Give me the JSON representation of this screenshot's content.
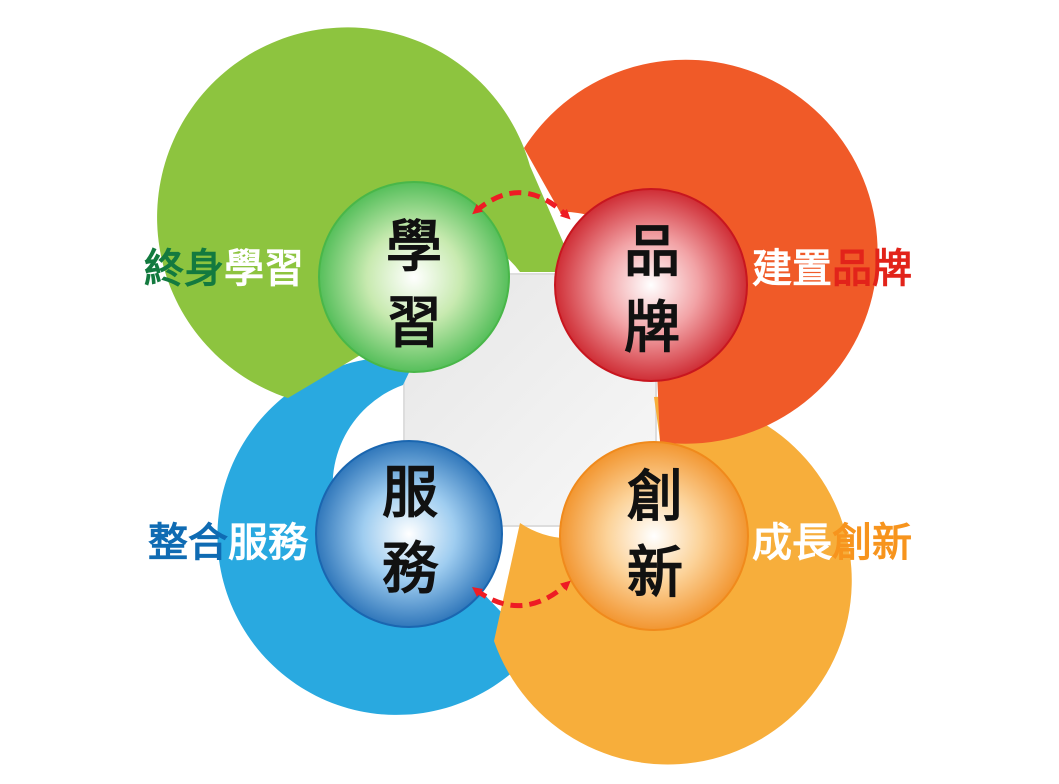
{
  "colors": {
    "green": "#8dc43f",
    "orange_red": "#f05a28",
    "blue": "#29a9e0",
    "amber": "#f7ae3b",
    "arrow": "#ee1c24",
    "dark_green_text": "#137a3f",
    "red_text": "#e2231a",
    "blue_text": "#0f6bb3",
    "orange_text": "#f7941d"
  },
  "nodes": {
    "learning": {
      "char1": "學",
      "char2": "習"
    },
    "brand": {
      "char1": "品",
      "char2": "牌"
    },
    "service": {
      "char1": "服",
      "char2": "務"
    },
    "innovation": {
      "char1": "創",
      "char2": "新"
    }
  },
  "labels": {
    "learning": {
      "prefix": "終身",
      "keyword": "學習"
    },
    "brand": {
      "prefix": "建置",
      "keyword": "品牌"
    },
    "service": {
      "prefix": "整合",
      "keyword": "服務"
    },
    "innovation": {
      "prefix": "成長",
      "keyword": "創新"
    }
  }
}
